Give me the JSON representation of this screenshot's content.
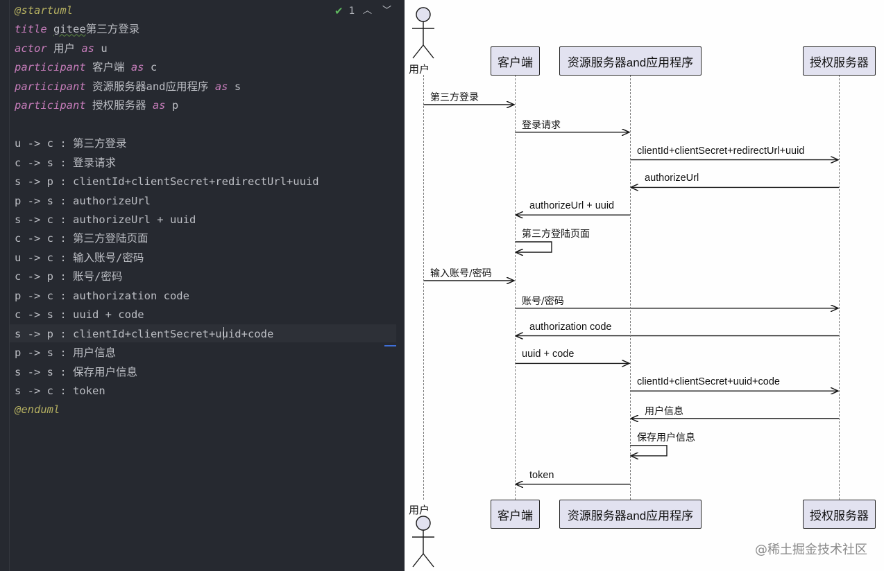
{
  "editor": {
    "inspection_count": "1",
    "lines": [
      [
        {
          "t": "@startuml",
          "c": "at"
        }
      ],
      [
        {
          "t": "title",
          "c": "kw"
        },
        {
          "t": " "
        },
        {
          "t": "gitee",
          "c": "sq"
        },
        {
          "t": "第三方登录"
        }
      ],
      [
        {
          "t": "actor",
          "c": "kw"
        },
        {
          "t": " 用户 "
        },
        {
          "t": "as",
          "c": "kw"
        },
        {
          "t": " u"
        }
      ],
      [
        {
          "t": "participant",
          "c": "kw"
        },
        {
          "t": " 客户端 "
        },
        {
          "t": "as",
          "c": "kw"
        },
        {
          "t": " c"
        }
      ],
      [
        {
          "t": "participant",
          "c": "kw"
        },
        {
          "t": " 资源服务器and应用程序 "
        },
        {
          "t": "as",
          "c": "kw"
        },
        {
          "t": " s"
        }
      ],
      [
        {
          "t": "participant",
          "c": "kw"
        },
        {
          "t": " 授权服务器 "
        },
        {
          "t": "as",
          "c": "kw"
        },
        {
          "t": " p"
        }
      ],
      [],
      [
        {
          "t": "u -> c : 第三方登录"
        }
      ],
      [
        {
          "t": "c -> s : 登录请求"
        }
      ],
      [
        {
          "t": "s -> p : clientId+clientSecret+redirectUrl+uuid"
        }
      ],
      [
        {
          "t": "p -> s : authorizeUrl"
        }
      ],
      [
        {
          "t": "s -> c : authorizeUrl + uuid"
        }
      ],
      [
        {
          "t": "c -> c : 第三方登陆页面"
        }
      ],
      [
        {
          "t": "u -> c : 输入账号/密码"
        }
      ],
      [
        {
          "t": "c -> p : 账号/密码"
        }
      ],
      [
        {
          "t": "p -> c : authorization code"
        }
      ],
      [
        {
          "t": "c -> s : uuid + code"
        }
      ],
      [
        {
          "t": "s -> p : clientId+clientSecret+uuid+code"
        }
      ],
      [
        {
          "t": "p -> s : 用户信息"
        }
      ],
      [
        {
          "t": "s -> s : 保存用户信息"
        }
      ],
      [
        {
          "t": "s -> c : token"
        }
      ],
      [
        {
          "t": "@enduml",
          "c": "at"
        }
      ]
    ]
  },
  "diagram": {
    "actor": {
      "name": "用户"
    },
    "participants": [
      {
        "id": "c",
        "name": "客户端"
      },
      {
        "id": "s",
        "name": "资源服务器and应用程序"
      },
      {
        "id": "p",
        "name": "授权服务器"
      }
    ],
    "messages": [
      {
        "from": "u",
        "to": "c",
        "label": "第三方登录"
      },
      {
        "from": "c",
        "to": "s",
        "label": "登录请求"
      },
      {
        "from": "s",
        "to": "p",
        "label": "clientId+clientSecret+redirectUrl+uuid"
      },
      {
        "from": "p",
        "to": "s",
        "label": "authorizeUrl"
      },
      {
        "from": "s",
        "to": "c",
        "label": "authorizeUrl + uuid"
      },
      {
        "from": "c",
        "to": "c",
        "label": "第三方登陆页面"
      },
      {
        "from": "u",
        "to": "c",
        "label": "输入账号/密码"
      },
      {
        "from": "c",
        "to": "p",
        "label": "账号/密码"
      },
      {
        "from": "p",
        "to": "c",
        "label": "authorization code"
      },
      {
        "from": "c",
        "to": "s",
        "label": "uuid + code"
      },
      {
        "from": "s",
        "to": "p",
        "label": "clientId+clientSecret+uuid+code"
      },
      {
        "from": "p",
        "to": "s",
        "label": "用户信息"
      },
      {
        "from": "s",
        "to": "s",
        "label": "保存用户信息"
      },
      {
        "from": "s",
        "to": "c",
        "label": "token"
      }
    ],
    "watermark": "@稀土掘金技术社区"
  }
}
